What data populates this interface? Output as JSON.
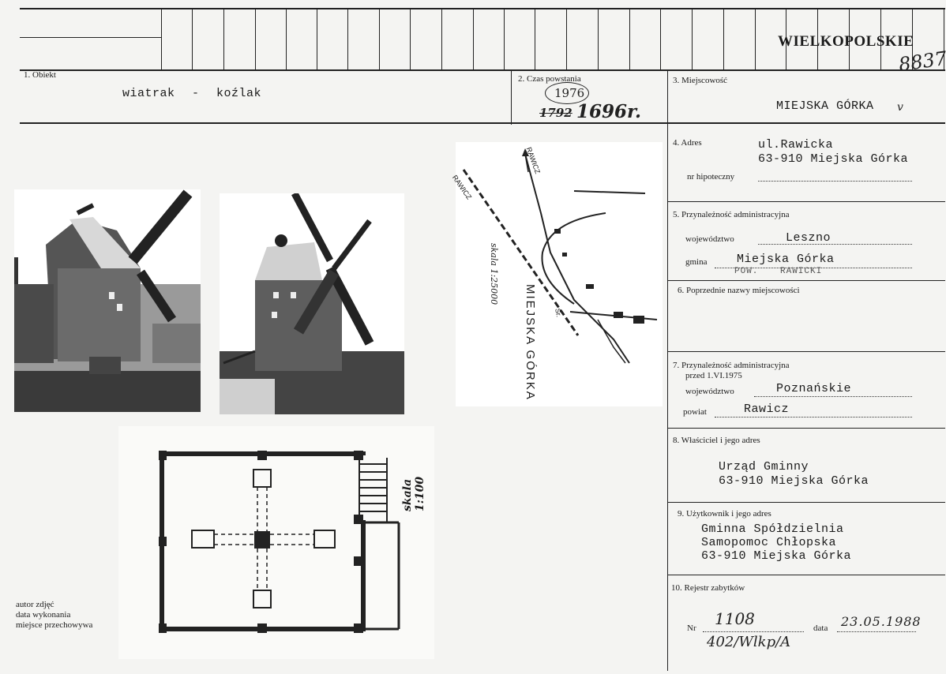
{
  "header": {
    "voivodeship_stamp": "WIELKOPOLSKIE",
    "card_number": "8837"
  },
  "fields": {
    "f1": {
      "label": "1. Obiekt",
      "value": "wiatrak - koźlak"
    },
    "f2": {
      "label": "2. Czas powstania",
      "circled": "1976",
      "struck": "1792",
      "value": "1696r."
    },
    "f3": {
      "label": "3. Miejscowość",
      "value": "MIEJSKA GÓRKA",
      "check": "v"
    },
    "f4": {
      "label": "4. Adres",
      "line1": "ul.Rawicka",
      "line2": "63-910 Miejska Górka",
      "sub_label": "nr hipoteczny"
    },
    "f5": {
      "label": "5. Przynależność administracyjna",
      "woj_label": "województwo",
      "woj_value": "Leszno",
      "gmina_label": "gmina",
      "gmina_value": "Miejska Górka",
      "pow_stamp": "POW. RAWICKI"
    },
    "f6": {
      "label": "6. Poprzednie nazwy miejscowości"
    },
    "f7": {
      "label": "7. Przynależność administracyjna",
      "label2": "przed 1.VI.1975",
      "woj_label": "województwo",
      "woj_value": "Poznańskie",
      "pow_label": "powiat",
      "pow_value": "Rawicz"
    },
    "f8": {
      "label": "8. Właściciel i jego adres",
      "line1": "Urząd Gminny",
      "line2": "63-910 Miejska Górka"
    },
    "f9": {
      "label": "9. Użytkownik i jego adres",
      "line1": "Gminna Spółdzielnia",
      "line2": "Samopomoc Chłopska",
      "line3": "63-910 Miejska Górka"
    },
    "f10": {
      "label": "10. Rejestr zabytków",
      "nr_label": "Nr",
      "nr_value": "1108",
      "nr_value2": "402/Wlkp/A",
      "date_label": "data",
      "date_value": "23.05.1988"
    }
  },
  "bottom_left": {
    "l1": "autor zdjęć",
    "l2": "data wykonania",
    "l3": "miejsce przechowywa"
  },
  "map": {
    "road1": "RAWICZ",
    "road2": "RAWICZ",
    "scale": "skala 1:25000",
    "town": "MIEJSKA GÓRKA",
    "mark": "Sr."
  },
  "plan": {
    "scale": "skala 1:100"
  }
}
